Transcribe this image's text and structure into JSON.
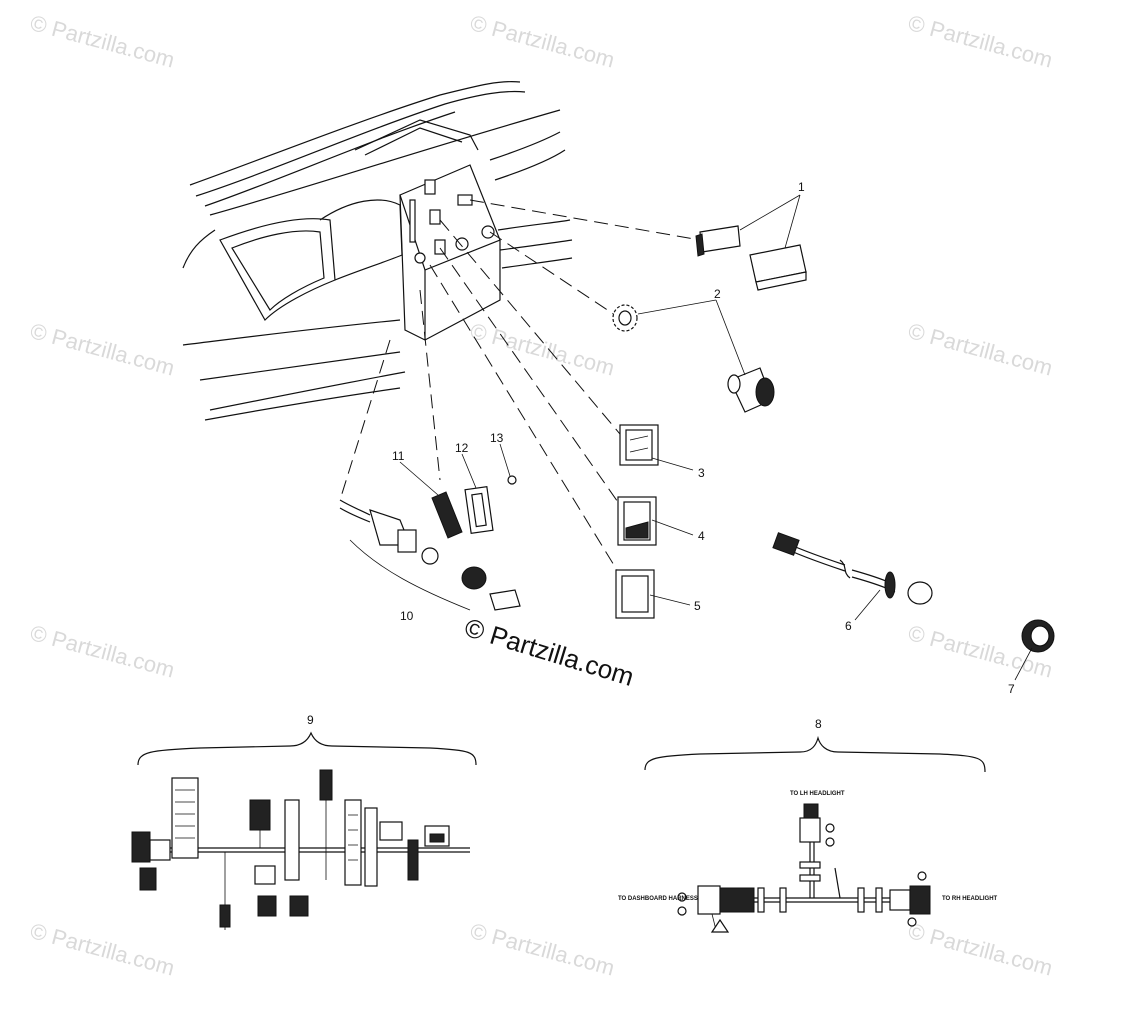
{
  "watermark": {
    "text": "© Partzilla.com",
    "center_text": "© Partzilla.com"
  },
  "callouts": [
    "1",
    "2",
    "3",
    "4",
    "5",
    "6",
    "7",
    "8",
    "9",
    "10",
    "11",
    "12",
    "13"
  ],
  "wiring_left": {
    "labels": []
  },
  "wiring_right": {
    "to_lh_headlight": "TO LH HEADLIGHT",
    "to_dashboard_harness": "TO DASHBOARD HARNESS",
    "to_rh_headlight": "TO RH HEADLIGHT"
  }
}
